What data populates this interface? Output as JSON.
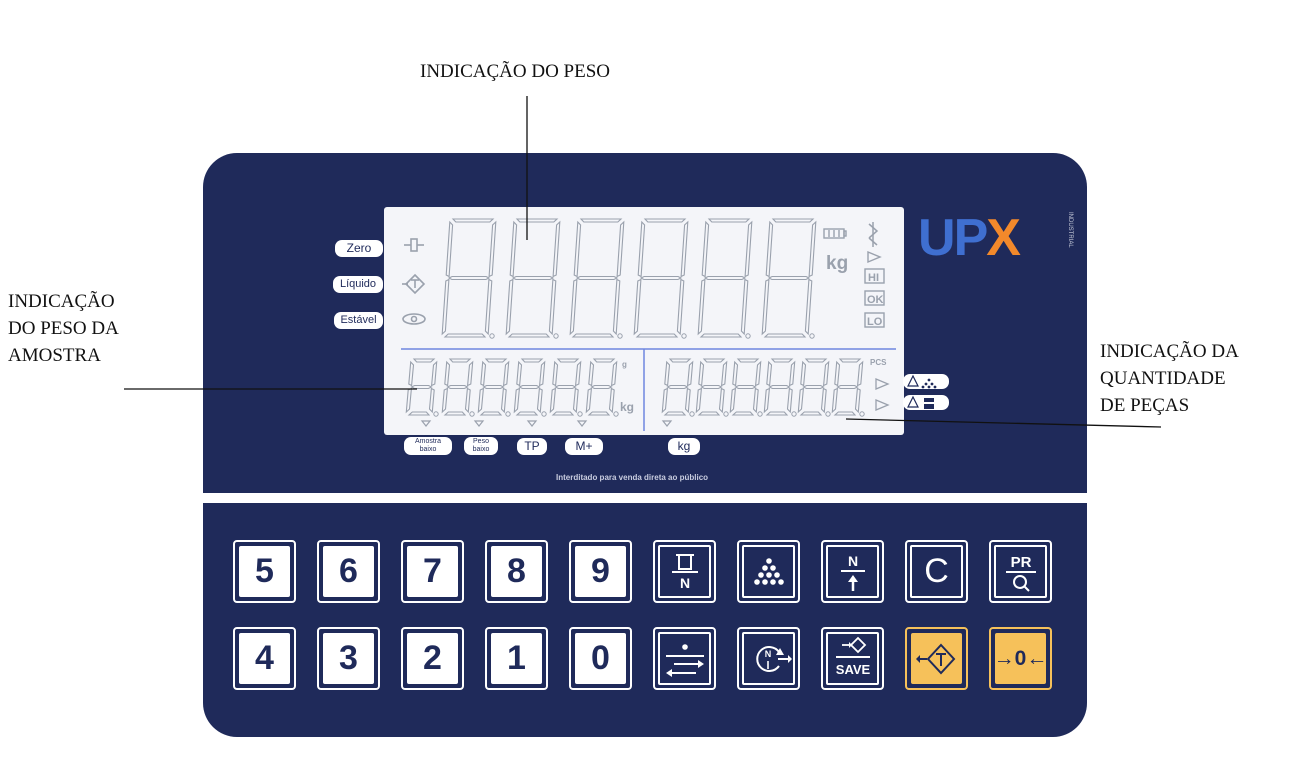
{
  "callouts": {
    "weight": "INDICAÇÃO DO PESO",
    "sample": [
      "INDICAÇÃO",
      "DO PESO DA",
      "AMOSTRA"
    ],
    "pieces": [
      "INDICAÇÃO DA",
      "QUANTIDADE",
      "DE PEÇAS"
    ]
  },
  "indicator_labels": {
    "zero": "Zero",
    "liquido": "Líquido",
    "estavel": "Estável",
    "amostra_baixo": [
      "Amostra",
      "baixo"
    ],
    "peso_baixo": [
      "Peso",
      "baixo"
    ],
    "tp": "TP",
    "m_plus": "M+",
    "kg": "kg"
  },
  "lcd": {
    "unit_kg": "kg",
    "unit_g": "g",
    "pcs": "PCS",
    "hi": "HI",
    "ok": "OK",
    "lo": "LO",
    "main_digit_count": 6,
    "small_digit_count": 6
  },
  "brand": {
    "u": "U",
    "p": "P",
    "x": "X",
    "sub": "INDUSTRIAL"
  },
  "notice": "Interditado para venda direta ao público",
  "keys": {
    "row1": [
      "5",
      "6",
      "7",
      "8",
      "9"
    ],
    "row2": [
      "4",
      "3",
      "2",
      "1",
      "0"
    ],
    "c": "C",
    "pr": "PR",
    "save": "SAVE",
    "n": "N",
    "zero_key": "→0←"
  },
  "colors": {
    "panel": "#1f2a5a",
    "lcd_bg": "#f4f5f9",
    "segment": "#9aa1ad",
    "divider": "#6f86e0",
    "accent_key": "#f6c15a",
    "logo_blue": "#3f6fd0",
    "logo_orange": "#f2892b"
  }
}
